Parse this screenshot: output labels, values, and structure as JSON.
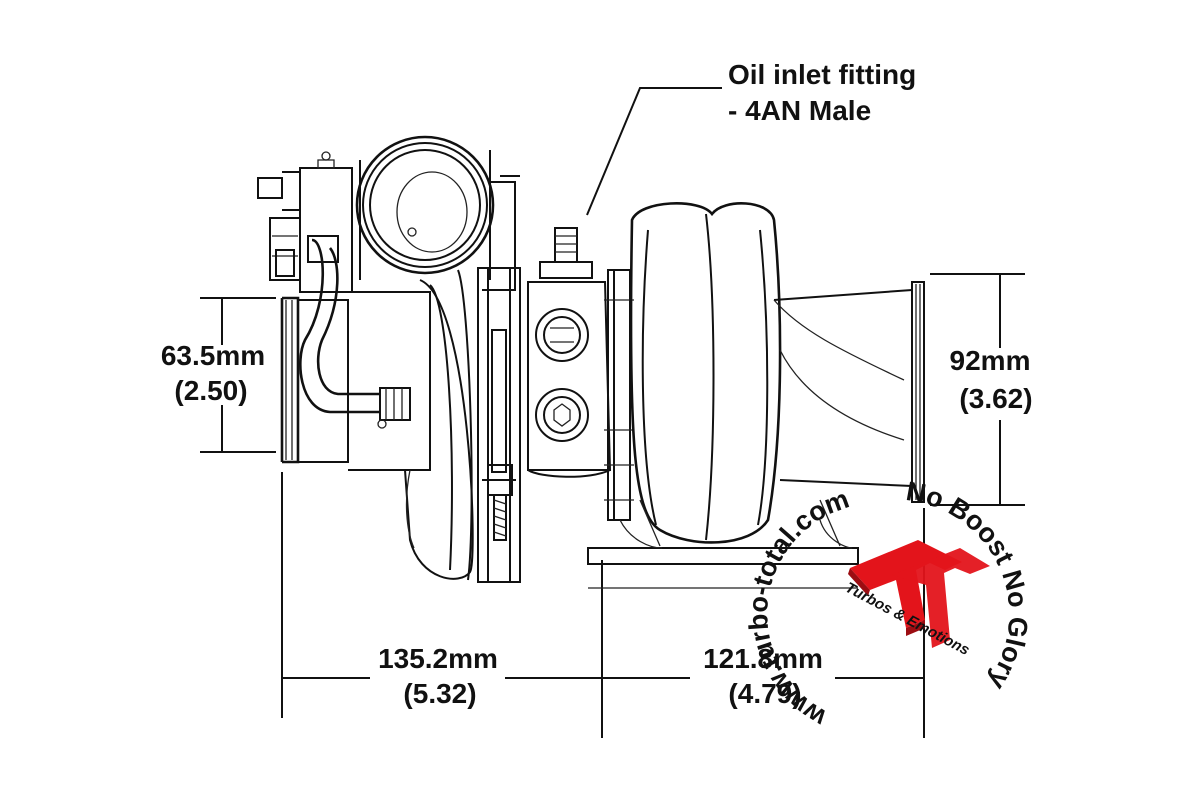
{
  "annotations": {
    "oil_inlet_line1": "Oil inlet fitting",
    "oil_inlet_line2": "- 4AN Male"
  },
  "dimensions": {
    "inlet_mm": "63.5mm",
    "inlet_in": "(2.50)",
    "outlet_mm": "92mm",
    "outlet_in": "(3.62)",
    "length_a_mm": "135.2mm",
    "length_a_in": "(5.32)",
    "length_b_mm": "121.8mm",
    "length_b_in": "(4.79)"
  },
  "watermark": {
    "url": "www.turbo-total.com",
    "slogan": "No Boost No Glory",
    "tagline": "Turbos & Emotions",
    "color": "#e3141b"
  }
}
